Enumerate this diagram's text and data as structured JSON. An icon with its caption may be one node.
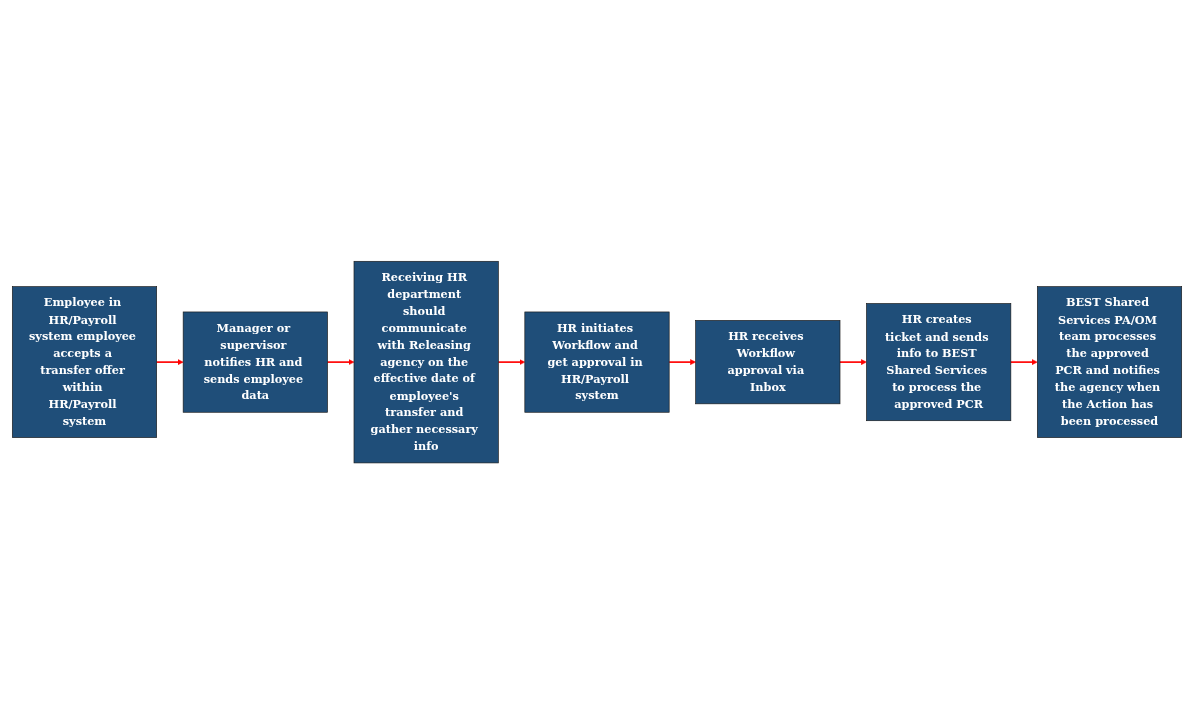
{
  "diagram": {
    "nodes": [
      {
        "text": [
          "Employee in HR/Payroll system employee accepts a transfer offer within HR/Payroll system"
        ]
      },
      {
        "text": [
          "Manager or supervisor notifies HR and sends employee data"
        ]
      },
      {
        "text": [
          "Receiving HR department should communicate with Releasing agency on the effective date of employee's transfer and gather necessary info"
        ]
      },
      {
        "text": [
          "HR initiates Workflow and get approval in HR/Payroll system"
        ]
      },
      {
        "text": [
          "HR receives Workflow approval via Inbox"
        ]
      },
      {
        "text": [
          "HR creates ticket and sends info to BEST Shared Services to process the approved PCR"
        ]
      },
      {
        "text": [
          "BEST Shared Services PA/OM team processes the approved PCR and notifies the agency when the Action has been processed"
        ]
      }
    ],
    "edges": [
      {
        "from": 0,
        "to": 1,
        "arrow": "to"
      },
      {
        "from": 1,
        "to": 2,
        "arrow": "to"
      },
      {
        "from": 2,
        "to": 3,
        "arrow": "to"
      },
      {
        "from": 3,
        "to": 4,
        "arrow": "to"
      },
      {
        "from": 4,
        "to": 5,
        "arrow": "to"
      },
      {
        "from": 5,
        "to": 6,
        "arrow": "to"
      }
    ]
  }
}
